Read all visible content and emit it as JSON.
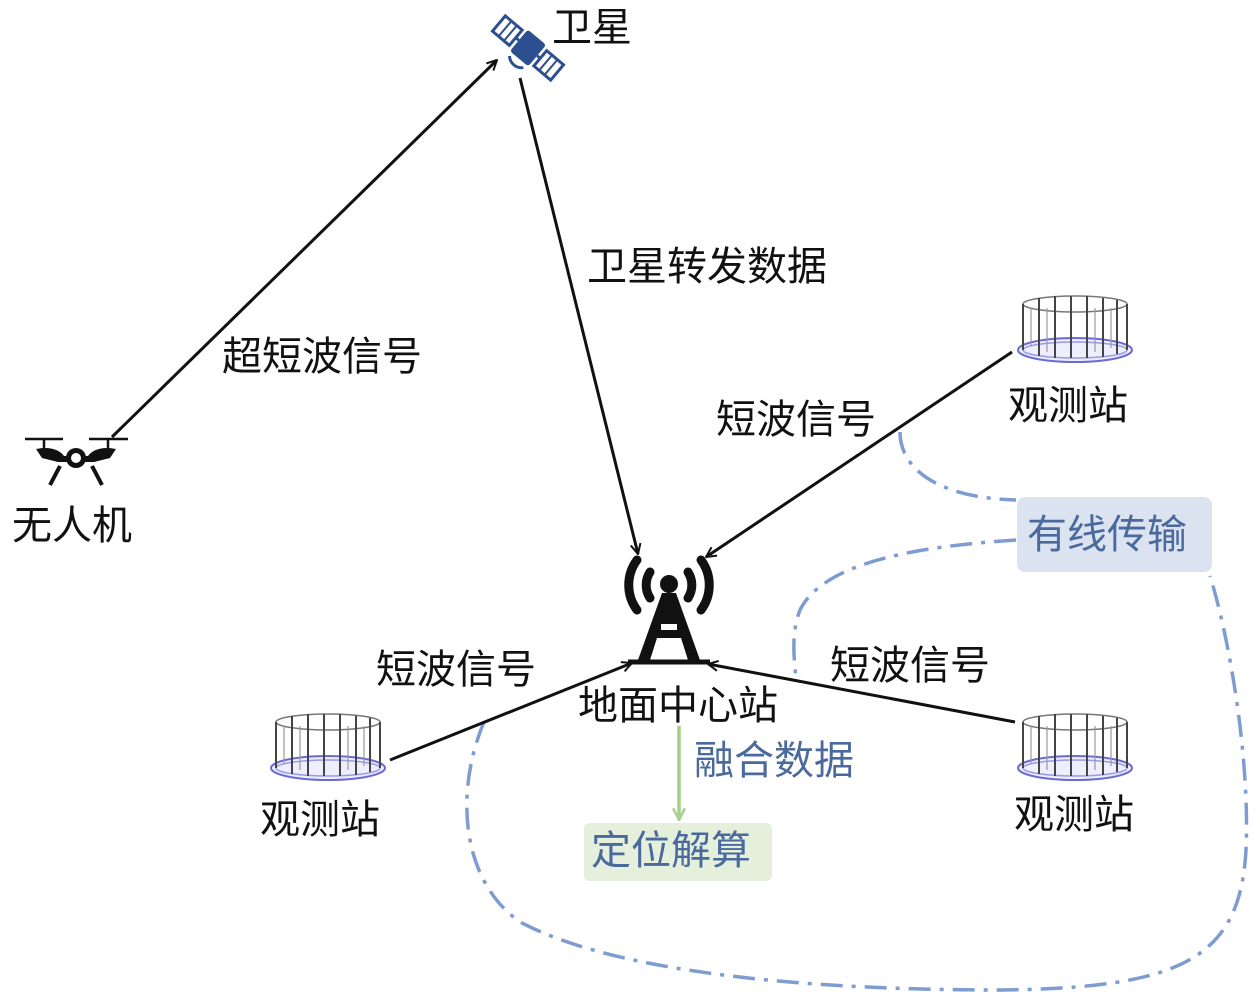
{
  "nodes": {
    "satellite": "卫星",
    "drone": "无人机",
    "ground_center": "地面中心站",
    "station_top_right": "观测站",
    "station_bottom_left": "观测站",
    "station_bottom_right": "观测站",
    "solver": "定位解算"
  },
  "edges": {
    "drone_to_satellite": "超短波信号",
    "satellite_to_center": "卫星转发数据",
    "station_top_right_to_center": "短波信号",
    "station_bottom_left_to_center": "短波信号",
    "station_bottom_right_to_center": "短波信号",
    "center_to_solver": "融合数据",
    "wired_links": "有线传输"
  },
  "colors": {
    "arrow": "#111111",
    "wired_dash": "#7f9cd0",
    "fusion_arrow": "#a6cf8c",
    "wired_box": "#dbe3f1",
    "solver_box": "#e4efdc",
    "blue_text": "#4a6a9e",
    "satellite_body": "#2e4f8f"
  },
  "icons": [
    "satellite-icon",
    "drone-icon",
    "radio-tower-icon",
    "observation-station-icon"
  ]
}
